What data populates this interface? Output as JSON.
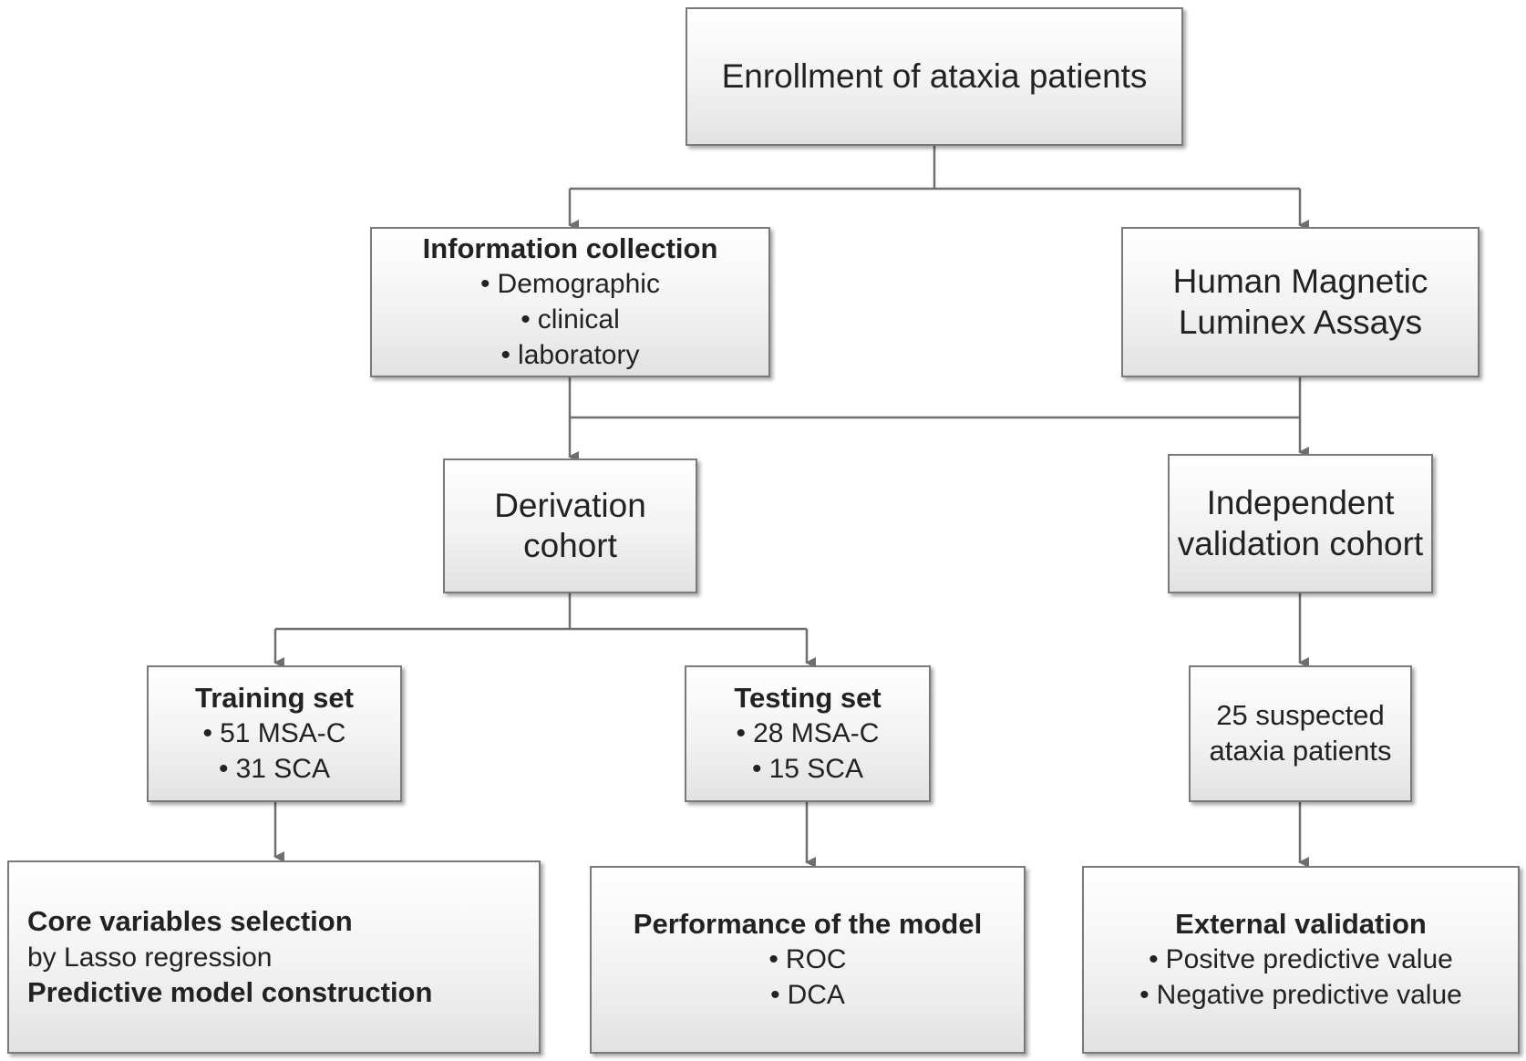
{
  "enrollment": {
    "title": "Enrollment of ataxia patients"
  },
  "info": {
    "title": "Information collection",
    "items": [
      "Demographic",
      "clinical",
      "laboratory"
    ]
  },
  "luminex": {
    "line1": "Human Magnetic",
    "line2": "Luminex Assays"
  },
  "derivation": {
    "line1": "Derivation",
    "line2": "cohort"
  },
  "validation": {
    "line1": "Independent",
    "line2": "validation cohort"
  },
  "training": {
    "title": "Training set",
    "items": [
      "51 MSA-C",
      "31 SCA"
    ]
  },
  "testing": {
    "title": "Testing set",
    "items": [
      "28 MSA-C",
      "15 SCA"
    ]
  },
  "suspected": {
    "line1": "25 suspected",
    "line2": "ataxia patients"
  },
  "core": {
    "line1": "Core variables selection",
    "line2": "by Lasso regression",
    "line3": "Predictive model construction"
  },
  "performance": {
    "title": "Performance of the model",
    "items": [
      "ROC",
      "DCA"
    ]
  },
  "external": {
    "title": "External validation",
    "items": [
      "Positve predictive value",
      "Negative predictive value"
    ]
  },
  "colors": {
    "line": "#6f6f6f",
    "border": "#7a7a7a"
  }
}
